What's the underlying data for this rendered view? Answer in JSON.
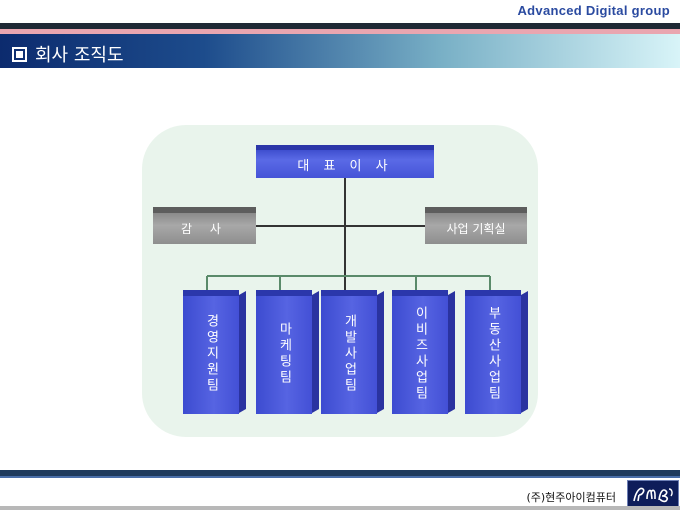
{
  "header": {
    "brand": "Advanced Digital  group",
    "title": "회사 조직도",
    "title_icon": "square-bullet-icon"
  },
  "org_chart": {
    "ceo": "대 표 이 사",
    "audit": "감 사",
    "planning": "사업 기획실",
    "teams": [
      "경영지원팀",
      "마케팅팀",
      "개발사업팀",
      "이비즈사업팀",
      "부동산사업팀"
    ]
  },
  "footer": {
    "company": "(주)현주아이컴퓨터",
    "logo_icon": "company-logo-icon"
  },
  "colors": {
    "ceo_box": "#4553d7",
    "team_box": "#4350d6",
    "grey_box": "#9a9a9a",
    "diagram_background": "#e9f4ec",
    "connector": "#333333",
    "team_connector": "#5a8a6a",
    "title_bar_start": "#0c2b6e",
    "title_bar_end": "#d8f4f8"
  }
}
